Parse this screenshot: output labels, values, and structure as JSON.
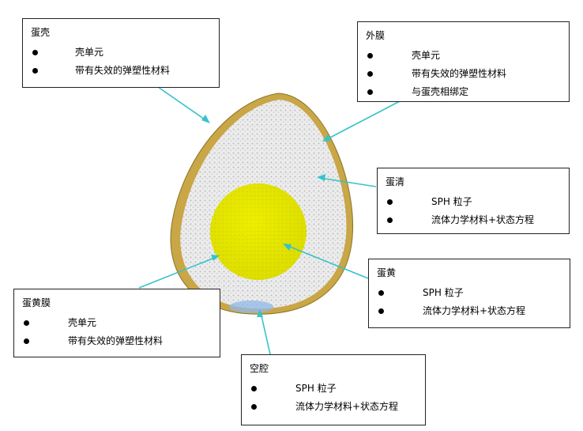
{
  "callouts": {
    "shell": {
      "title": "蛋壳",
      "items": [
        "壳单元",
        "带有失效的弹塑性材料"
      ]
    },
    "outer_membrane": {
      "title": "外膜",
      "items": [
        "壳单元",
        "带有失效的弹塑性材料",
        "与蛋壳相绑定"
      ]
    },
    "albumen": {
      "title": "蛋清",
      "items": [
        "SPH 粒子",
        "流体力学材料+状态方程"
      ]
    },
    "yolk": {
      "title": "蛋黄",
      "items": [
        "SPH 粒子",
        "流体力学材料+状态方程"
      ]
    },
    "yolk_membrane": {
      "title": "蛋黄膜",
      "items": [
        "壳单元",
        "带有失效的弹塑性材料"
      ]
    },
    "air_cell": {
      "title": "空腔",
      "items": [
        "SPH 粒子",
        "流体力学材料+状态方程"
      ]
    }
  },
  "colors": {
    "leader": "#35c3cc",
    "shell": "#c9a646",
    "white": "#e2e2e2",
    "yolk": "#e4e600",
    "air": "#7fb0e6"
  }
}
